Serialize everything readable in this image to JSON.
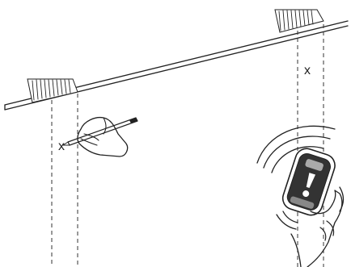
{
  "diagram": {
    "marks": [
      {
        "id": "mark-left",
        "text": "x"
      },
      {
        "id": "mark-right",
        "text": "x"
      }
    ],
    "colors": {
      "ink": "#222222",
      "background": "#ffffff",
      "device_screen": "#333333"
    },
    "icons": [
      "pencil-icon",
      "stud-finder-icon",
      "signal-waves-icon"
    ]
  }
}
